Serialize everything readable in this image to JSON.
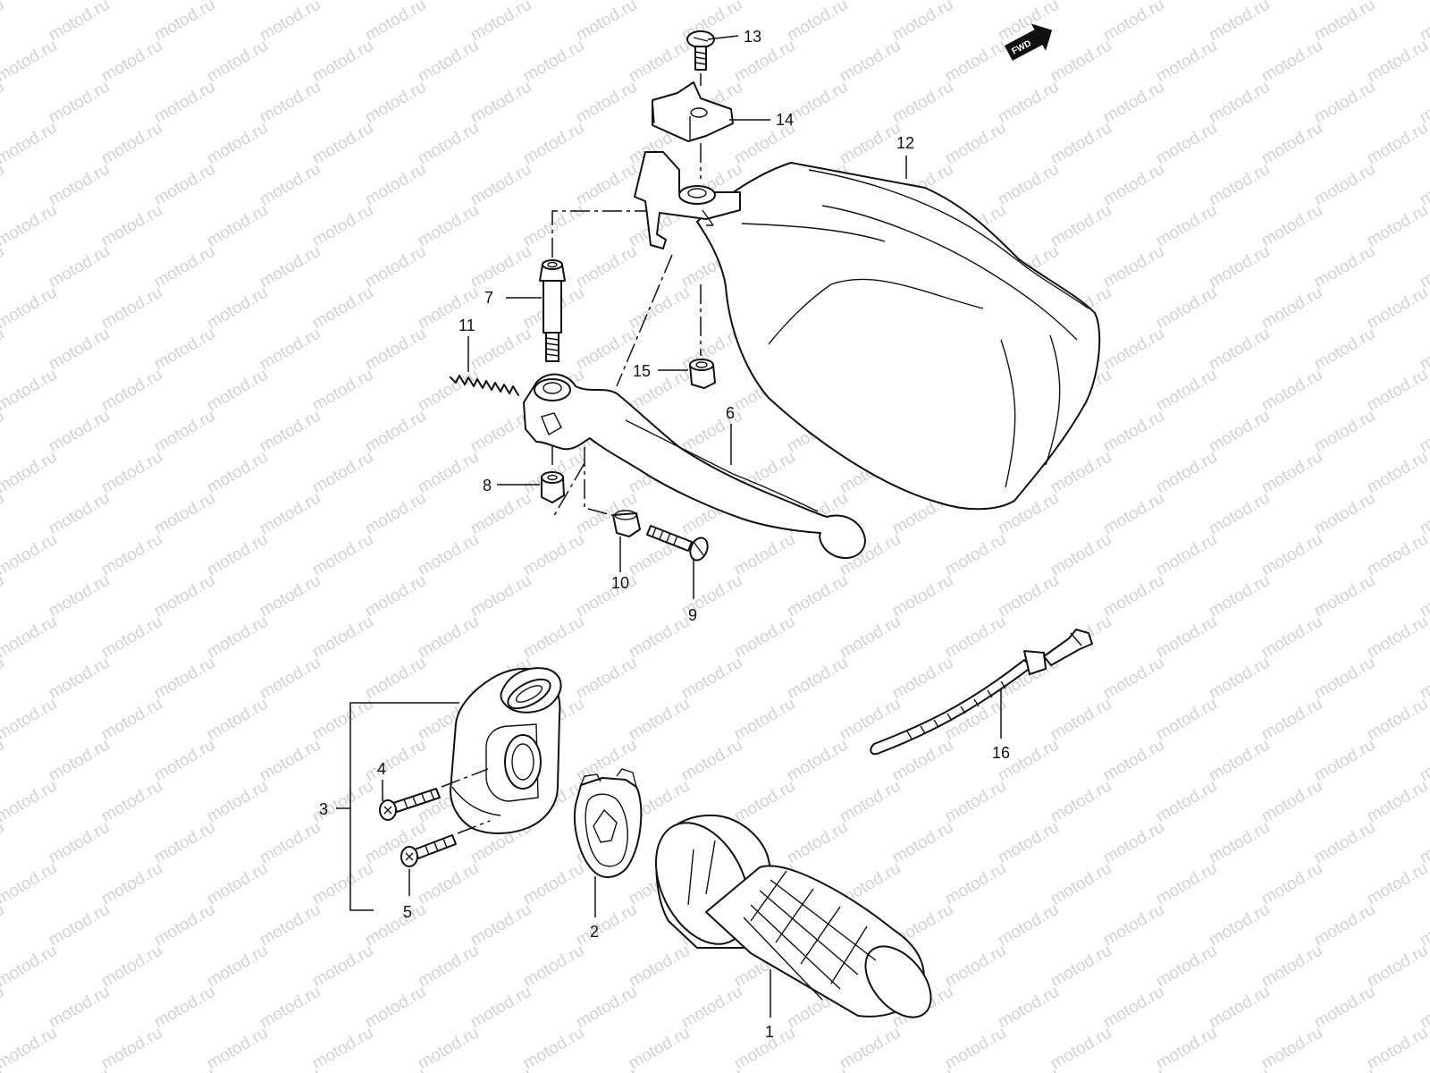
{
  "watermark": {
    "text": "motod.ru",
    "color": "#d2d2d2"
  },
  "direction_badge": {
    "label": "FWD",
    "icon": "fwd-arrow-icon"
  },
  "callouts": [
    {
      "id": "1",
      "label": "1",
      "part": "grip"
    },
    {
      "id": "2",
      "label": "2",
      "part": "throttle-cam"
    },
    {
      "id": "3",
      "label": "3",
      "part": "grip-housing-assembly"
    },
    {
      "id": "4",
      "label": "4",
      "part": "housing-screw-upper"
    },
    {
      "id": "5",
      "label": "5",
      "part": "housing-screw-lower"
    },
    {
      "id": "6",
      "label": "6",
      "part": "lever"
    },
    {
      "id": "7",
      "label": "7",
      "part": "pivot-bolt"
    },
    {
      "id": "8",
      "label": "8",
      "part": "pivot-nut"
    },
    {
      "id": "9",
      "label": "9",
      "part": "adjuster-screw"
    },
    {
      "id": "10",
      "label": "10",
      "part": "lock-nut"
    },
    {
      "id": "11",
      "label": "11",
      "part": "spring"
    },
    {
      "id": "12",
      "label": "12",
      "part": "hand-guard"
    },
    {
      "id": "13",
      "label": "13",
      "part": "guard-screw"
    },
    {
      "id": "14",
      "label": "14",
      "part": "guard-clamp"
    },
    {
      "id": "15",
      "label": "15",
      "part": "guard-nut"
    },
    {
      "id": "16",
      "label": "16",
      "part": "cable-tie"
    }
  ]
}
